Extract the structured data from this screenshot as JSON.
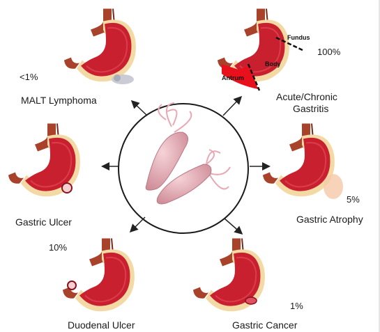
{
  "diagram": {
    "center": {
      "subject_icon": "h-pylori-bacteria-icon"
    },
    "conditions": [
      {
        "id": "malt",
        "label": "MALT Lymphoma",
        "percent": "<1%"
      },
      {
        "id": "gastritis",
        "label": "Acute/Chronic Gastritis",
        "label_line1": "Acute/Chronic",
        "label_line2": "Gastritis",
        "percent": "100%",
        "regions": {
          "fundus": "Fundus",
          "body": "Body",
          "antrum": "Antrum"
        }
      },
      {
        "id": "gastric-ulcer",
        "label": "Gastric Ulcer",
        "percent": ""
      },
      {
        "id": "atrophy",
        "label": "Gastric Atrophy",
        "percent": "5%"
      },
      {
        "id": "duodenal-ulcer",
        "label": "Duodenal Ulcer",
        "percent": "10%"
      },
      {
        "id": "cancer",
        "label": "Gastric Cancer",
        "percent": "1%"
      }
    ],
    "colors": {
      "stomach_outer": "#c8202f",
      "stomach_inner": "#b01828",
      "lining": "#f3d9a4",
      "esophagus": "#a8422a",
      "inflamed": "#e8101c",
      "bacteria": "#e9b3bc",
      "arrow": "#222222"
    }
  }
}
